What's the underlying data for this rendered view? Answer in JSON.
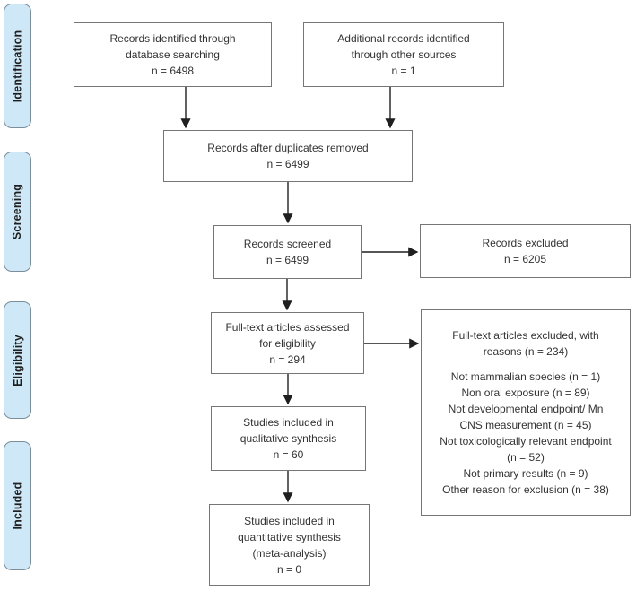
{
  "stages": [
    {
      "label": "Identification"
    },
    {
      "label": "Screening"
    },
    {
      "label": "Eligibility"
    },
    {
      "label": "Included"
    }
  ],
  "nodes": {
    "identified_database": {
      "lines": [
        "Records identified through",
        "database searching",
        "n = 6498"
      ]
    },
    "additional_sources": {
      "lines": [
        "Additional records identified",
        "through other sources",
        "n = 1"
      ]
    },
    "after_duplicates": {
      "lines": [
        "Records after duplicates removed",
        "n = 6499"
      ]
    },
    "records_screened": {
      "lines": [
        "Records screened",
        "n = 6499"
      ]
    },
    "records_excluded": {
      "lines": [
        "Records excluded",
        "n = 6205"
      ]
    },
    "fulltext_assessed": {
      "lines": [
        "Full-text articles assessed",
        "for eligibility",
        "n = 294"
      ]
    },
    "fulltext_excluded": {
      "lines": [
        "Full-text articles excluded, with",
        "reasons (n = 234)",
        "",
        "Not mammalian species (n = 1)",
        "Non oral exposure (n = 89)",
        "Not developmental endpoint/ Mn",
        "CNS measurement (n = 45)",
        "Not toxicologically relevant endpoint",
        "(n = 52)",
        "Not primary results (n = 9)",
        "Other reason for exclusion (n = 38)"
      ]
    },
    "qualitative_synthesis": {
      "lines": [
        "Studies included in",
        "qualitative synthesis",
        "n = 60"
      ]
    },
    "quantitative_synthesis": {
      "lines": [
        "Studies included in",
        "quantitative synthesis",
        "(meta-analysis)",
        "n = 0"
      ]
    }
  },
  "colors": {
    "stage_fill": "#cfe8f8",
    "stage_border": "#7b8e9a",
    "box_fill": "#ffffff",
    "box_border": "#767676",
    "text": "#333333",
    "arrow": "#1f1f1f",
    "background": "#ffffff"
  }
}
